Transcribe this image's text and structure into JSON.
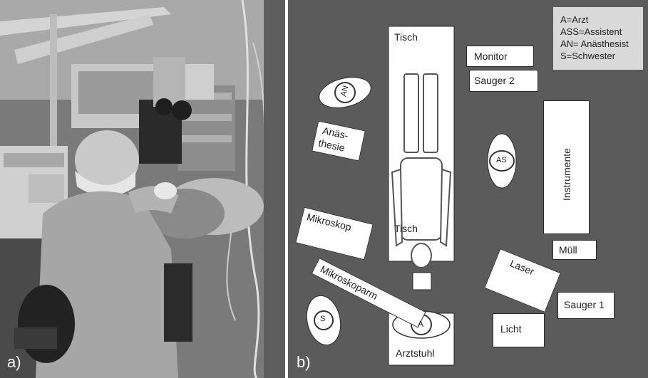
{
  "panel_a": {
    "label": "a)"
  },
  "panel_b": {
    "label": "b)",
    "legend": [
      "A=Arzt",
      "ASS=Assistent",
      "AN= Anästhesist",
      "S=Schwester"
    ],
    "table_label": "Tisch",
    "monitor": "Monitor",
    "sauger2": "Sauger 2",
    "anaesthesia_line1": "Anäs-",
    "anaesthesia_line2": "thesie",
    "instrumente": "Instrumente",
    "mikroskop": "Mikroskop",
    "mikroskoparm": "Mikroskoparm",
    "laser": "Laser",
    "muell": "Müll",
    "sauger1": "Sauger 1",
    "licht": "Licht",
    "arztstuhl": "Arztstuhl",
    "person_an": "AN",
    "person_as": "AS",
    "person_a": "A",
    "person_s": "S"
  }
}
